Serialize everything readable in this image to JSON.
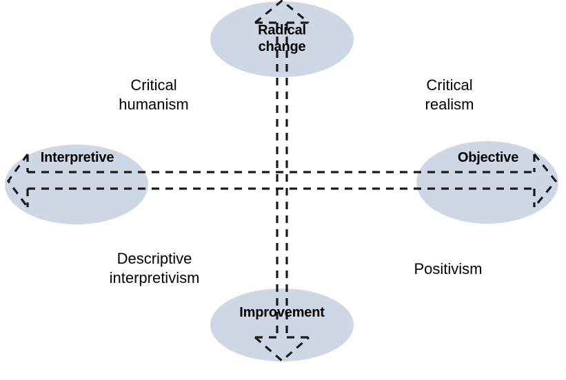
{
  "diagram": {
    "title": "Research paradigm quadrant diagram",
    "background_color": "#ffffff",
    "ellipse_fill": "#ced8e4",
    "line_color": "#1a1a1a",
    "axes": {
      "vertical": {
        "top_label": "Radical\nchange",
        "bottom_label": "Improvement"
      },
      "horizontal": {
        "left_label": "Interpretive",
        "right_label": "Objective"
      }
    },
    "quadrants": [
      {
        "position": "top-left",
        "label": "Critical\nhumanism"
      },
      {
        "position": "top-right",
        "label": "Critical\nrealism"
      },
      {
        "position": "bottom-left",
        "label": "Descriptive\ninterpretivism"
      },
      {
        "position": "bottom-right",
        "label": "Positivism"
      }
    ]
  }
}
